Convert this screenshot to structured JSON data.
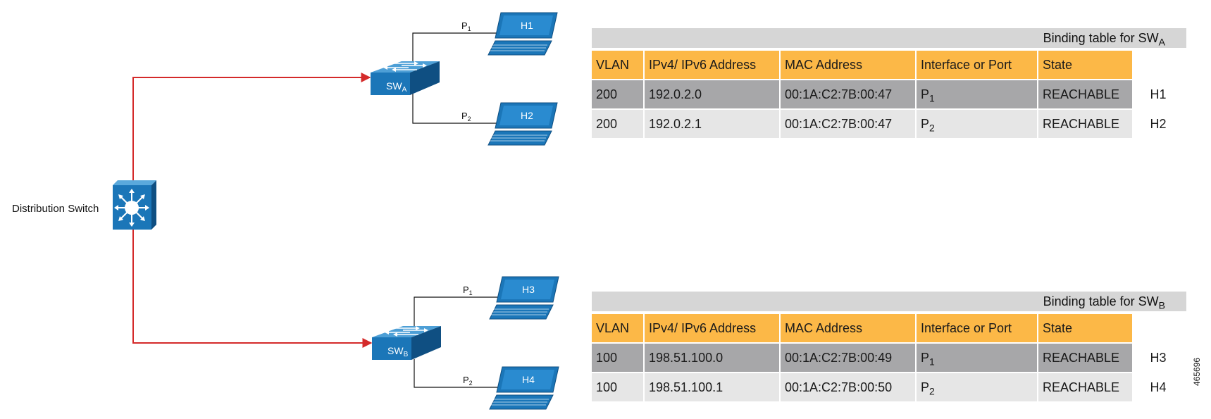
{
  "diagram": {
    "distribution_label": "Distribution Switch",
    "switch_a": {
      "base": "SW",
      "sub": "A"
    },
    "switch_b": {
      "base": "SW",
      "sub": "B"
    },
    "ports": {
      "p1": {
        "base": "P",
        "sub": "1"
      },
      "p2": {
        "base": "P",
        "sub": "2"
      }
    },
    "hosts": [
      "H1",
      "H2",
      "H3",
      "H4"
    ],
    "colors": {
      "switch_blue": "#1b76b8",
      "link_red": "#d42a2a",
      "header_orange": "#fcb847"
    }
  },
  "tables": [
    {
      "title": "Binding table for SW",
      "title_sub": "A",
      "columns": [
        "VLAN",
        "IPv4/ IPv6 Address",
        "MAC Address",
        "Interface or Port",
        "State"
      ],
      "rows": [
        {
          "vlan": "200",
          "ip": "192.0.2.0",
          "mac": "00:1A:C2:7B:00:47",
          "port": "P",
          "port_sub": "1",
          "state": "REACHABLE",
          "host": "H1"
        },
        {
          "vlan": "200",
          "ip": "192.0.2.1",
          "mac": "00:1A:C2:7B:00:47",
          "port": "P",
          "port_sub": "2",
          "state": "REACHABLE",
          "host": "H2"
        }
      ]
    },
    {
      "title": "Binding table for SW",
      "title_sub": "B",
      "columns": [
        "VLAN",
        "IPv4/ IPv6 Address",
        "MAC Address",
        "Interface or Port",
        "State"
      ],
      "rows": [
        {
          "vlan": "100",
          "ip": "198.51.100.0",
          "mac": "00:1A:C2:7B:00:49",
          "port": "P",
          "port_sub": "1",
          "state": "REACHABLE",
          "host": "H3"
        },
        {
          "vlan": "100",
          "ip": "198.51.100.1",
          "mac": "00:1A:C2:7B:00:50",
          "port": "P",
          "port_sub": "2",
          "state": "REACHABLE",
          "host": "H4"
        }
      ]
    }
  ],
  "figure_id": "465696"
}
